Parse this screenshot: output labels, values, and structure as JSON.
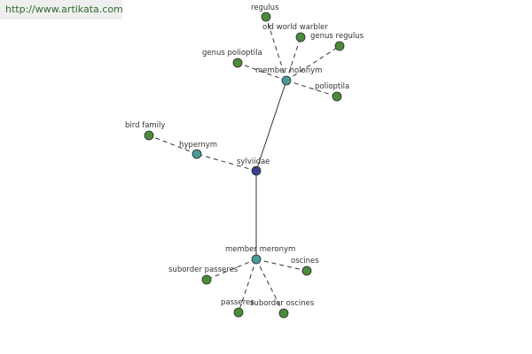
{
  "watermark": {
    "text": "http://www.artikata.com"
  },
  "colors": {
    "center_node": "#3f3f8f",
    "relation_node": "#4a9a9a",
    "leaf_node": "#4c8a3c",
    "node_stroke": "#2a2a2a",
    "edge": "#333333"
  },
  "graph": {
    "center": {
      "id": "sylviidae",
      "label": "sylviidae"
    },
    "relations": [
      {
        "id": "member-holonym",
        "label": "member holonym",
        "leaves": [
          {
            "id": "regulus",
            "label": "regulus"
          },
          {
            "id": "old-world-warbler",
            "label": "old world warbler"
          },
          {
            "id": "genus-regulus",
            "label": "genus regulus"
          },
          {
            "id": "genus-polioptila",
            "label": "genus polioptila"
          },
          {
            "id": "polioptila",
            "label": "polioptila"
          }
        ]
      },
      {
        "id": "hypernym",
        "label": "hypernym",
        "leaves": [
          {
            "id": "bird-family",
            "label": "bird family"
          }
        ]
      },
      {
        "id": "member-meronym",
        "label": "member meronym",
        "leaves": [
          {
            "id": "oscines",
            "label": "oscines"
          },
          {
            "id": "suborder-passeres",
            "label": "suborder passeres"
          },
          {
            "id": "passeres",
            "label": "passeres"
          },
          {
            "id": "suborder-oscines",
            "label": "suborder oscines"
          }
        ]
      }
    ]
  }
}
